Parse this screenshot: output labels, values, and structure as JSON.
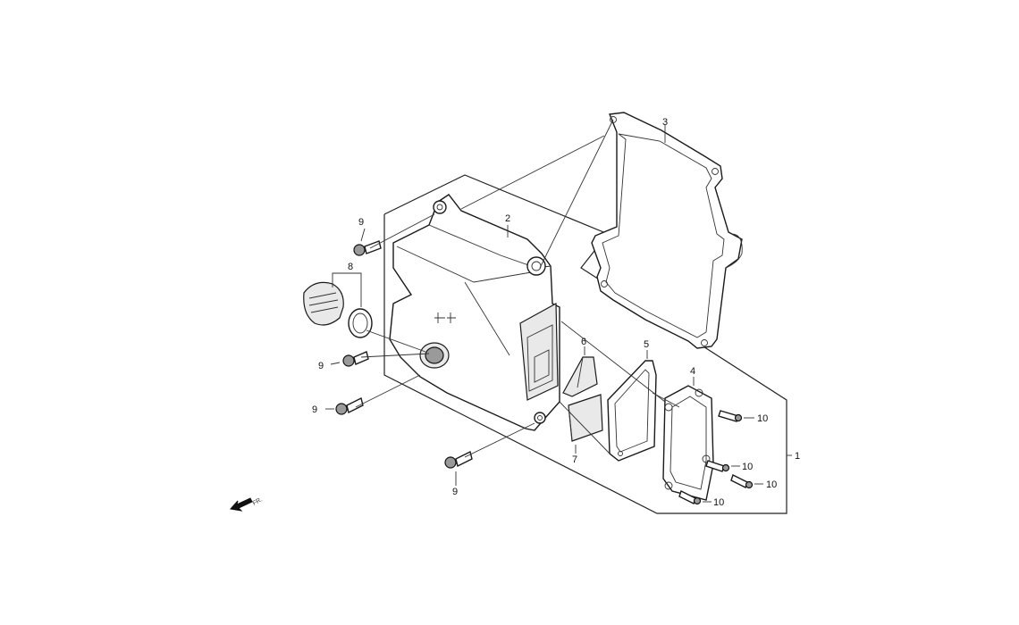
{
  "callouts": {
    "c1": "1",
    "c2": "2",
    "c3": "3",
    "c4": "4",
    "c5": "5",
    "c6": "6",
    "c7": "7",
    "c8": "8",
    "c9a": "9",
    "c9b": "9",
    "c9c": "9",
    "c9d": "9",
    "c10a": "10",
    "c10b": "10",
    "c10c": "10",
    "c10d": "10"
  },
  "direction": {
    "label": "FR.",
    "icon": "arrow-left-down-icon"
  },
  "colors": {
    "line": "#222222",
    "background": "#ffffff"
  }
}
